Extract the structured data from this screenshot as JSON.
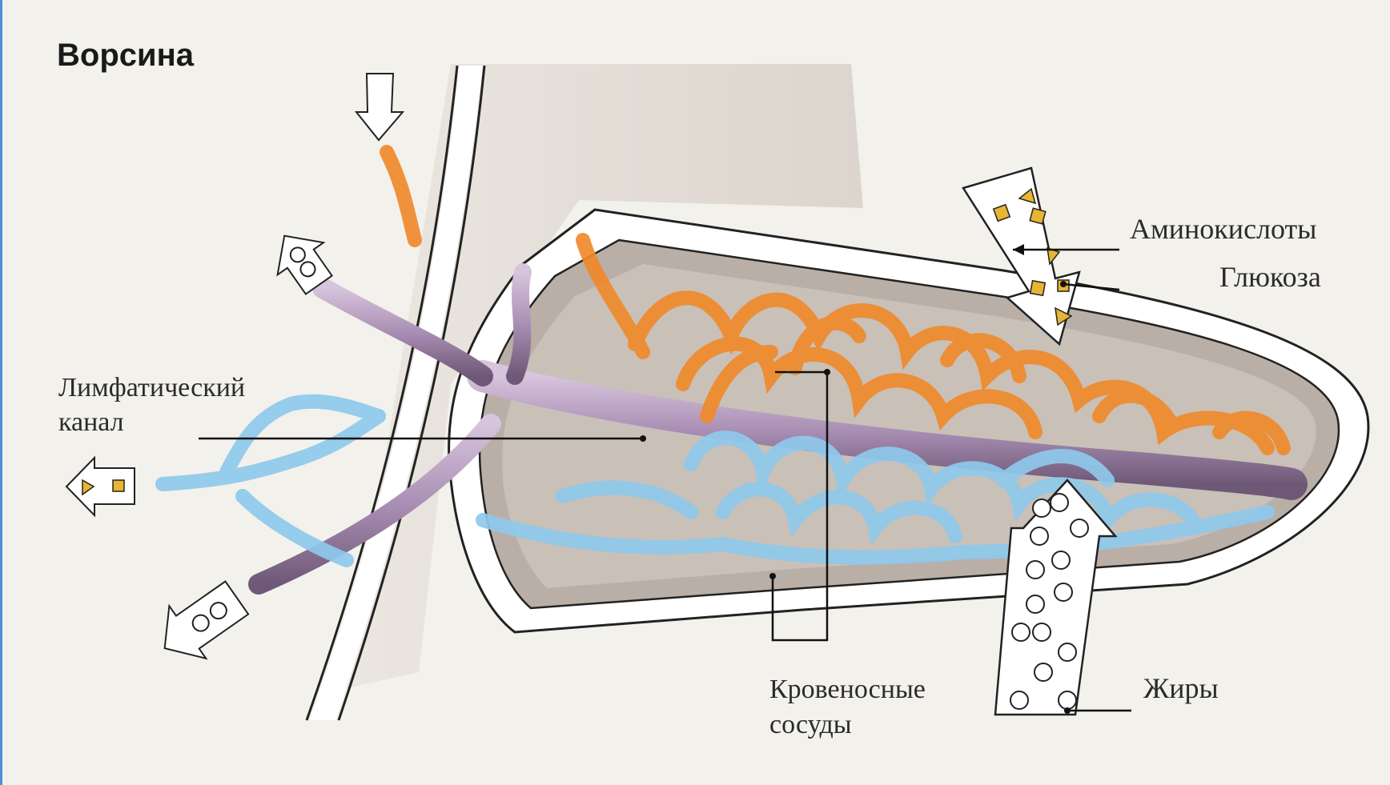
{
  "diagram": {
    "title": "Ворсина",
    "labels": {
      "lymph_line1": "Лимфатический",
      "lymph_line2": "канал",
      "amino": "Аминокислоты",
      "glucose": "Глюкоза",
      "vessels_line1": "Кровеносные",
      "vessels_line2": "сосуды",
      "fats": "Жиры"
    }
  },
  "colors": {
    "background": "#f3f1ec",
    "tissue": "#e2dbd4",
    "villus_core": "#b8ada2",
    "artery": "#f08a2c",
    "vein": "#8fc9ec",
    "lymph": "#a98fb4",
    "nutrient": "#e7b531",
    "frame_left_edge": "#4f8fd6"
  }
}
